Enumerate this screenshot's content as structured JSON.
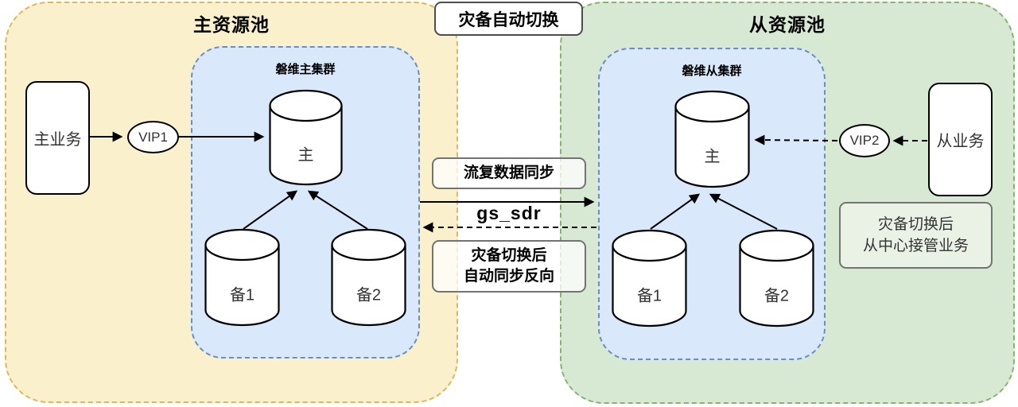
{
  "title_banner": "灾备自动切换",
  "pools": {
    "primary": {
      "title": "主资源池",
      "business_label": "主业务",
      "vip_label": "VIP1",
      "cluster_title": "磐维主集群",
      "primary_node_label": "主",
      "standby1_label": "备1",
      "standby2_label": "备2"
    },
    "secondary": {
      "title": "从资源池",
      "business_label": "从业务",
      "vip_label": "VIP2",
      "cluster_title": "磐维从集群",
      "primary_node_label": "主",
      "standby1_label": "备1",
      "standby2_label": "备2",
      "takeover_note": {
        "line1": "灾备切换后",
        "line2": "从中心接管业务"
      }
    }
  },
  "replication": {
    "forward_label": "流复数据同步",
    "tool_name": "gs_sdr",
    "reverse_note": {
      "line1": "灾备切换后",
      "line2": "自动同步反向"
    }
  },
  "colors": {
    "primary-pool-fill": "#FBF0CC",
    "primary-pool-border": "#D8B95F",
    "secondary-pool-fill": "#D7E8D3",
    "secondary-pool-border": "#84B56A",
    "cluster-fill": "#DAE8FC",
    "cluster-border": "#6C8EBF",
    "note-fill": "#EAF2E6",
    "midbox-border": "#737373",
    "box-border": "#4D4D4D",
    "arrow-color": "#000000"
  }
}
